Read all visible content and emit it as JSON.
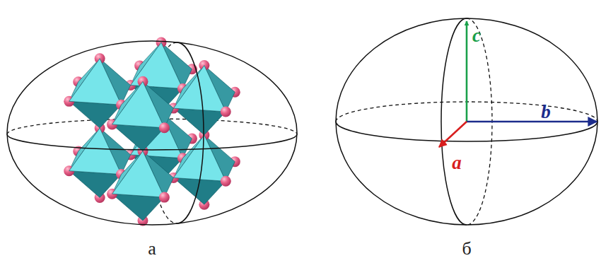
{
  "diagram": {
    "labels": [
      "c",
      "b",
      "a",
      "а",
      "б"
    ]
  }
}
